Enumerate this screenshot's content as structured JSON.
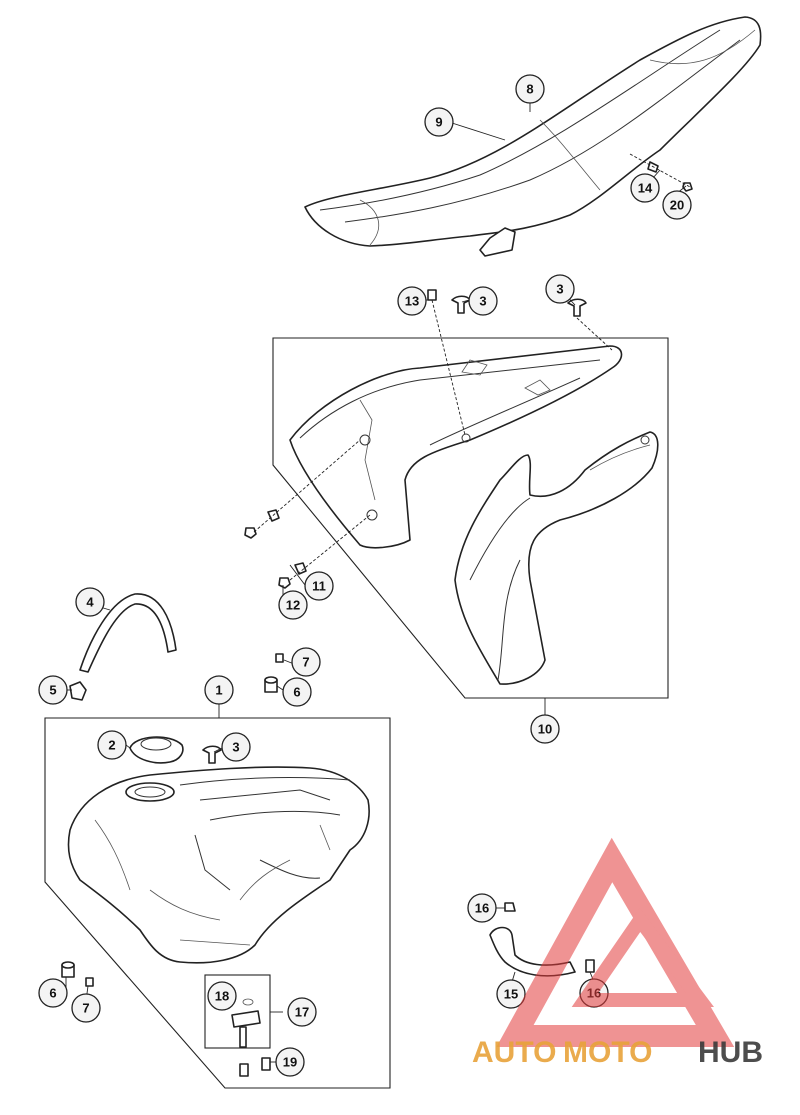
{
  "callouts": {
    "c1": "1",
    "c2": "2",
    "c3a": "3",
    "c3b": "3",
    "c3c": "3",
    "c4": "4",
    "c5": "5",
    "c6a": "6",
    "c6b": "6",
    "c7a": "7",
    "c7b": "7",
    "c8": "8",
    "c9": "9",
    "c10": "10",
    "c11": "11",
    "c12": "12",
    "c13": "13",
    "c14": "14",
    "c15": "15",
    "c16a": "16",
    "c16b": "16",
    "c17": "17",
    "c18": "18",
    "c19": "19",
    "c20": "20"
  },
  "watermark": {
    "word_a": "AUTO",
    "word_b": "MOTO",
    "word_c": "HUB",
    "color_primary": "#e8a33a",
    "color_secondary": "#3a3a3a",
    "color_logo": "#e23b3b"
  }
}
